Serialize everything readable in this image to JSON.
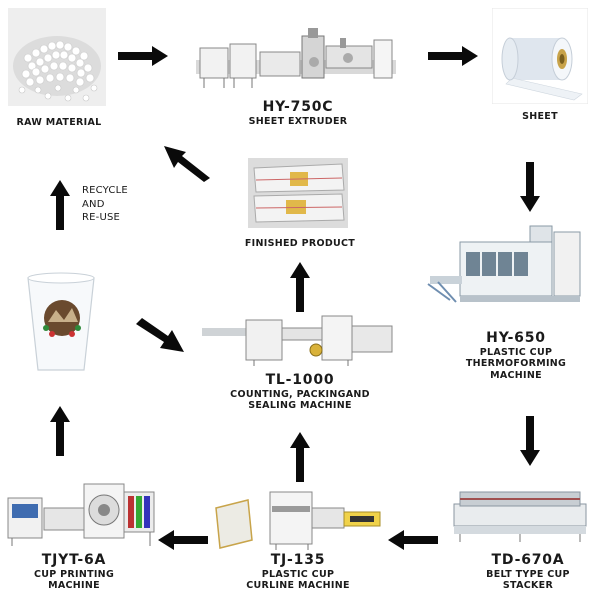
{
  "nodes": {
    "raw_material": {
      "name": "RAW MATERIAL"
    },
    "sheet_extruder": {
      "model": "HY-750C",
      "name": "SHEET EXTRUDER"
    },
    "sheet": {
      "name": "SHEET"
    },
    "thermoforming": {
      "model": "HY-650",
      "name_line1": "PLASTIC CUP",
      "name_line2": "THERMOFORMING",
      "name_line3": "MACHINE"
    },
    "stacker": {
      "model": "TD-670A",
      "name_line1": "BELT TYPE CUP",
      "name_line2": "STACKER"
    },
    "curline": {
      "model": "TJ-135",
      "name_line1": "PLASTIC CUP",
      "name_line2": "CURLINE MACHINE"
    },
    "printing": {
      "model": "TJYT-6A",
      "name_line1": "CUP PRINTING",
      "name_line2": "MACHINE"
    },
    "packing": {
      "model": "TL-1000",
      "name_line1": "COUNTING, PACKINGAND",
      "name_line2": "SEALING MACHINE"
    },
    "finished_product": {
      "name": "FINISHED PRODUCT"
    },
    "recycle": {
      "line1": "RECYCLE",
      "line2": "AND",
      "line3": "RE-USE"
    }
  },
  "colors": {
    "arrow": "#0a0a0a",
    "text": "#1a1a1a"
  },
  "icons": [
    "arrow-right-icon",
    "arrow-down-icon",
    "arrow-left-icon",
    "arrow-up-icon",
    "arrow-diagonal-icon"
  ]
}
